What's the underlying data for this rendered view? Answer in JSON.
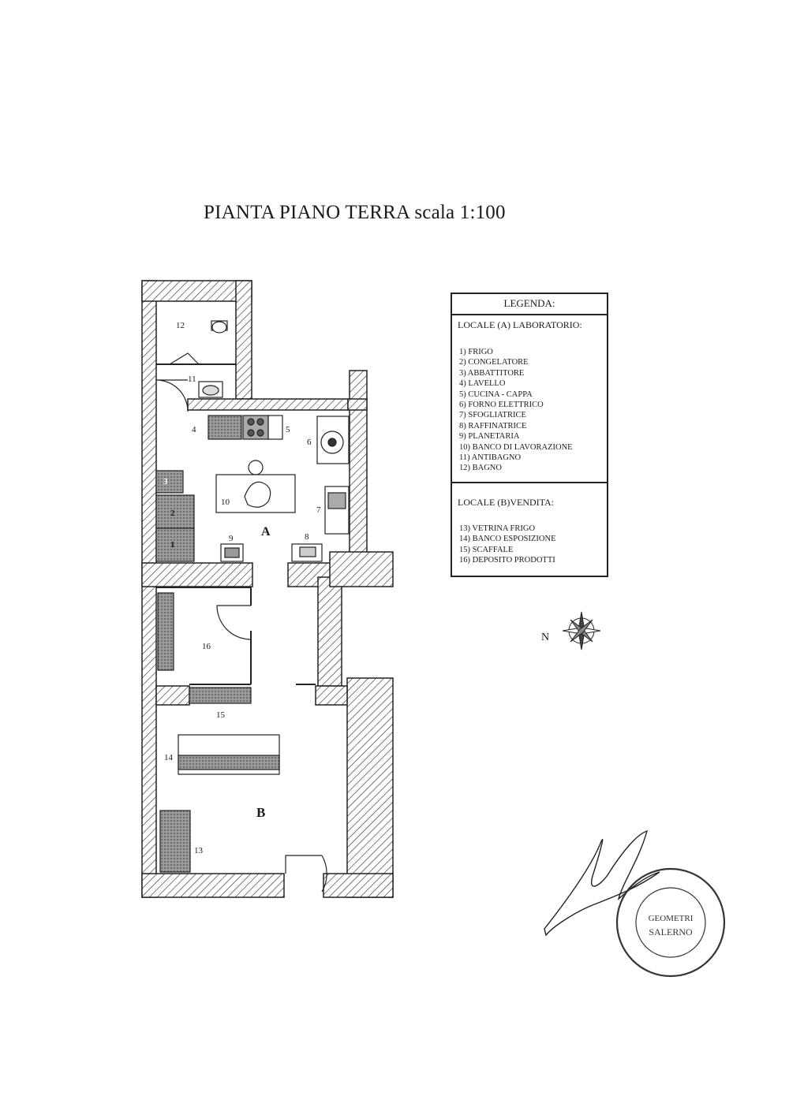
{
  "title": "PIANTA PIANO TERRA  scala 1:100",
  "rooms": {
    "a": "A",
    "b": "B"
  },
  "numbers": [
    "1",
    "2",
    "3",
    "4",
    "5",
    "6",
    "7",
    "8",
    "9",
    "10",
    "11",
    "12",
    "13",
    "14",
    "15",
    "16"
  ],
  "legend": {
    "heading": "LEGENDA:",
    "section_a": "LOCALE (A) LABORATORIO:",
    "items_a": [
      "1)  FRIGO",
      "2) CONGELATORE",
      "3) ABBATTITORE",
      "4) LAVELLO",
      "5) CUCINA - CAPPA",
      "6) FORNO ELETTRICO",
      "7) SFOGLIATRICE",
      "8) RAFFINATRICE",
      "9) PLANETARIA",
      "10) BANCO DI LAVORAZIONE",
      "11) ANTIBAGNO",
      "12) BAGNO"
    ],
    "section_b": "LOCALE (B)VENDITA:",
    "items_b": [
      "13) VETRINA FRIGO",
      "14) BANCO ESPOSIZIONE",
      "15) SCAFFALE",
      "16) DEPOSITO PRODOTTI"
    ]
  },
  "compass": {
    "label": "N"
  },
  "stamp": {
    "text_line1": "GEOMETRI",
    "text_line2": "SALERNO"
  },
  "colors": {
    "ink": "#1a1a1a",
    "fixture_fill": "#8c8c8c",
    "paper": "#ffffff"
  }
}
